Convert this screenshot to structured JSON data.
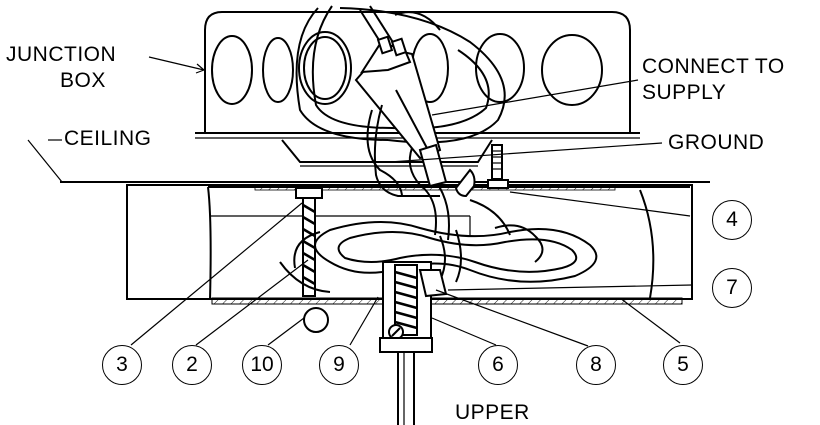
{
  "labels": {
    "junction_box": [
      "JUNCTION",
      "BOX"
    ],
    "connect_to_supply": [
      "CONNECT TO",
      "SUPPLY"
    ],
    "ground": "GROUND",
    "ceiling": "CEILING",
    "upper": "UPPER"
  },
  "callouts": [
    "3",
    "2",
    "10",
    "9",
    "6",
    "8",
    "5",
    "4",
    "7"
  ]
}
